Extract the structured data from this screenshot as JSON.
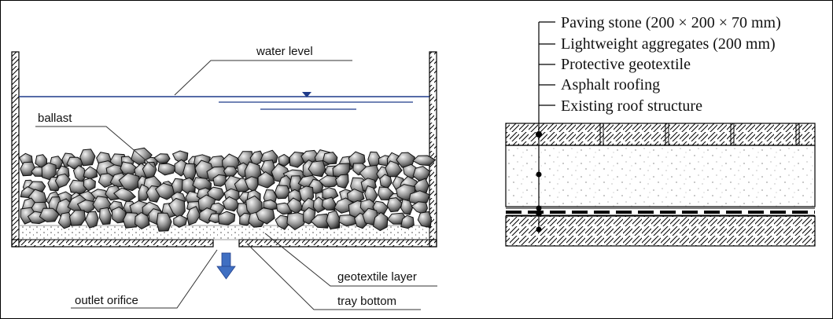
{
  "left_diagram": {
    "labels": {
      "water_level": "water level",
      "ballast": "ballast",
      "geotextile_layer": "geotextile layer",
      "outlet_orifice": "outlet orifice",
      "tray_bottom": "tray bottom"
    },
    "colors": {
      "water_line": "#1f3a8a",
      "arrow": "#3f6fc2",
      "stone_dark": "#2b2b2b"
    }
  },
  "right_diagram": {
    "layers": [
      "Paving stone (200 × 200 × 70 mm)",
      "Lightweight aggregates (200 mm)",
      "Protective geotextile",
      "Asphalt roofing",
      "Existing roof structure"
    ]
  }
}
